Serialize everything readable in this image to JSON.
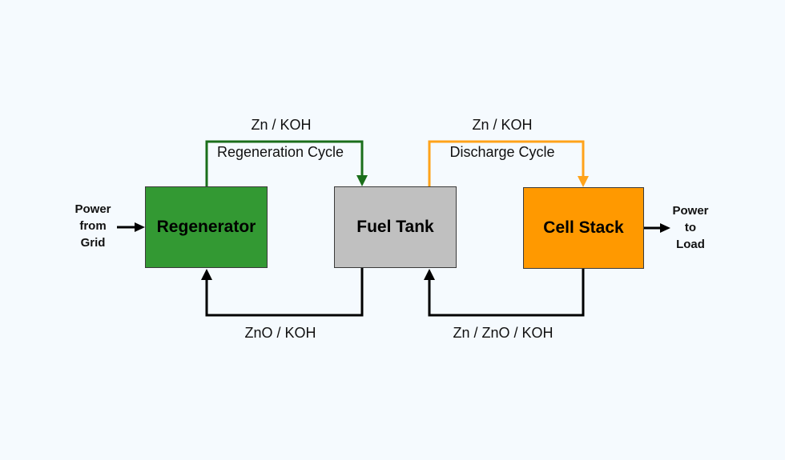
{
  "colors": {
    "regenerator": "#339933",
    "fuel_tank": "#c0c0c0",
    "cell_stack": "#ff9900",
    "regeneration_flow": "#1a6e1a",
    "discharge_flow": "#ffa31a",
    "return_flow": "#000000"
  },
  "boxes": {
    "regenerator": "Regenerator",
    "fuel_tank": "Fuel Tank",
    "cell_stack": "Cell Stack"
  },
  "flows": {
    "regeneration": {
      "medium": "Zn / KOH",
      "cycle": "Regeneration Cycle"
    },
    "discharge": {
      "medium": "Zn / KOH",
      "cycle": "Discharge Cycle"
    },
    "tank_to_regenerator": "ZnO / KOH",
    "stack_to_tank": "Zn / ZnO / KOH"
  },
  "input": {
    "line1": "Power",
    "line2": "from",
    "line3": "Grid"
  },
  "output": {
    "line1": "Power",
    "line2": "to",
    "line3": "Load"
  }
}
